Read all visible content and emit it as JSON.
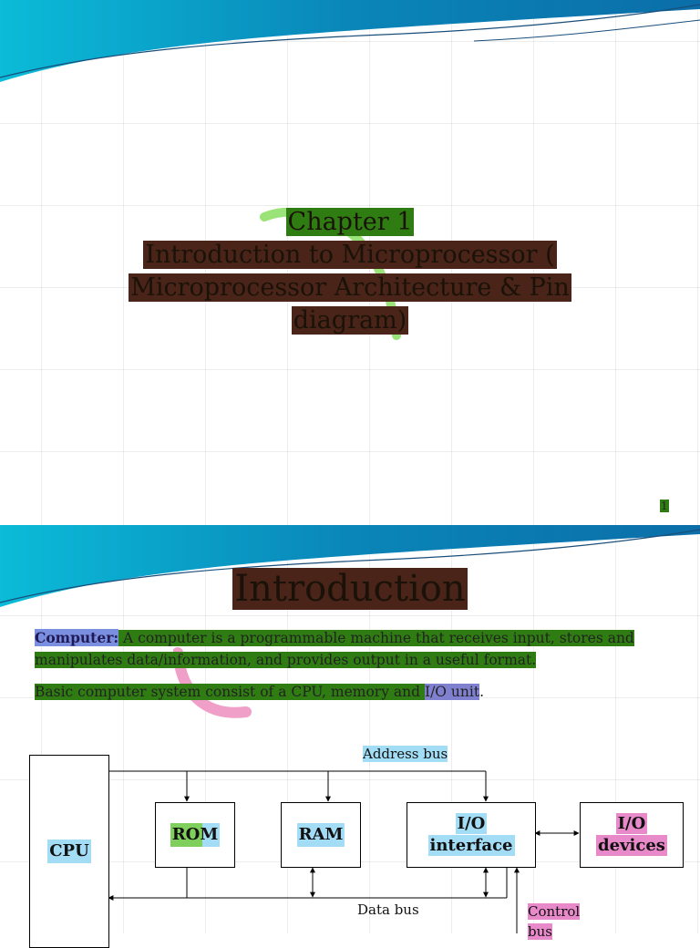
{
  "slide1": {
    "title_lines": [
      "Chapter 1",
      "Introduction to Microprocessor (",
      "Microprocessor Architecture & Pin",
      "diagram)"
    ],
    "page_number": "1"
  },
  "slide2": {
    "heading": "Introduction",
    "definition_term": "Computer:",
    "definition_text": " A computer is a programmable machine that receives input, stores and manipulates data/information, and provides output in a useful format.",
    "basic_text": "Basic computer system consist of a CPU, memory and ",
    "basic_io": "I/O unit",
    "basic_end": ".",
    "diagram": {
      "cpu": "CPU",
      "rom": "ROM",
      "ram": "RAM",
      "io_interface_l1": "I/O",
      "io_interface_l2": "interface",
      "io_devices_l1": "I/O",
      "io_devices_l2": "devices",
      "address_bus": "Address bus",
      "data_bus": "Data bus",
      "control_bus_l1": "Control",
      "control_bus_l2": "bus"
    }
  },
  "colors": {
    "wave_teal": "#0aa0c8",
    "highlight_green": "#2f7d12",
    "highlight_brown": "#4a2418",
    "highlight_sky": "#a3dcf5",
    "highlight_pink": "#e889c9"
  }
}
